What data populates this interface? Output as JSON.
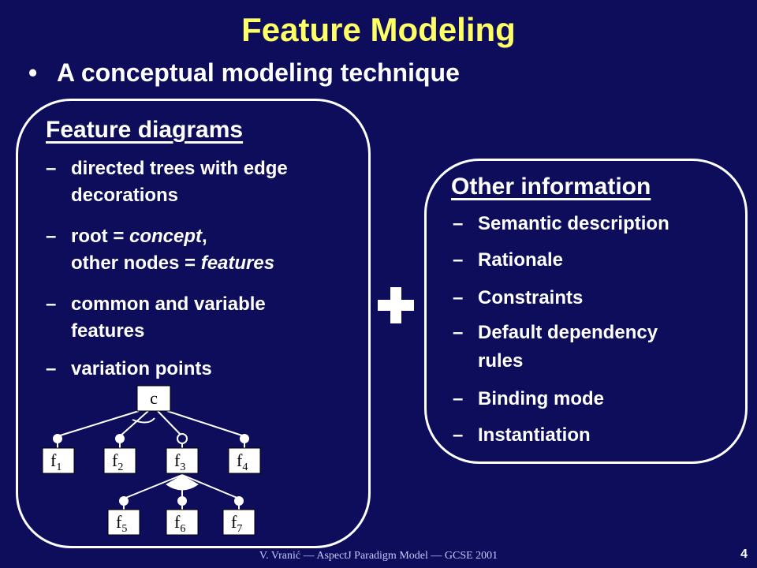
{
  "slide": {
    "title": "Feature Modeling",
    "bullet": "A conceptual modeling technique",
    "bullet_marker": "•"
  },
  "feature_diagrams": {
    "heading": "Feature diagrams",
    "dash": "–",
    "items": [
      {
        "line1": "directed trees with edge",
        "line2": "decorations"
      },
      {
        "line1_a": "root = ",
        "line1_b": "concept",
        "line1_c": ",",
        "line2_a": "other nodes = ",
        "line2_b": "features"
      },
      {
        "line1": "common and variable",
        "line2": "features"
      },
      {
        "line1": "variation points"
      }
    ],
    "diagram": {
      "root": "c",
      "children": [
        {
          "base": "f",
          "sub": "1",
          "optional": false
        },
        {
          "base": "f",
          "sub": "2",
          "optional": false
        },
        {
          "base": "f",
          "sub": "3",
          "optional": true
        },
        {
          "base": "f",
          "sub": "4",
          "optional": false
        }
      ],
      "grandchildren": [
        {
          "base": "f",
          "sub": "5"
        },
        {
          "base": "f",
          "sub": "6"
        },
        {
          "base": "f",
          "sub": "7"
        }
      ]
    }
  },
  "other_information": {
    "heading": "Other information",
    "dash": "–",
    "items": [
      {
        "line1": "Semantic description"
      },
      {
        "line1": "Rationale"
      },
      {
        "line1": "Constraints"
      },
      {
        "line1": "Default dependency",
        "line2": "rules"
      },
      {
        "line1": "Binding mode"
      },
      {
        "line1": "Instantiation"
      }
    ]
  },
  "plus_icon": "plus-icon",
  "footer": {
    "text": "V. Vranić — AspectJ Paradigm Model — GCSE 2001",
    "page": "4"
  },
  "colors": {
    "background": "#0d0d5c",
    "title": "#ffff66",
    "text": "#ffffff"
  }
}
